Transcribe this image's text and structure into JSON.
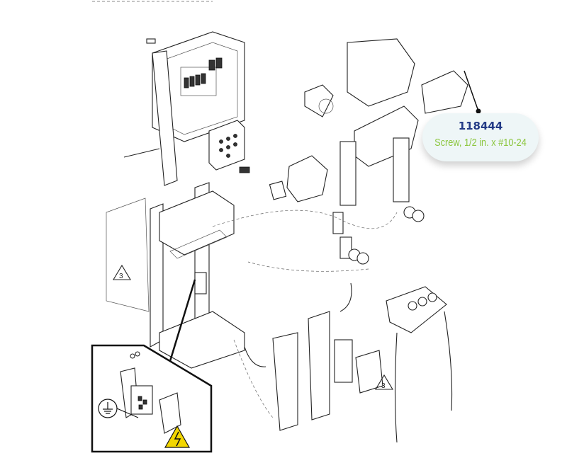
{
  "callout": {
    "part_number": "118444",
    "description": "Screw, 1/2 in. x #10-24"
  },
  "reference_labels": [
    "3",
    "3"
  ],
  "colors": {
    "part_number": "#223a86",
    "description": "#8cc63f",
    "callout_bg": "#eef6f7",
    "warning_yellow": "#f2d600"
  },
  "icons": [
    "ground-symbol-icon",
    "electrical-hazard-icon",
    "warning-triangle-icon"
  ]
}
